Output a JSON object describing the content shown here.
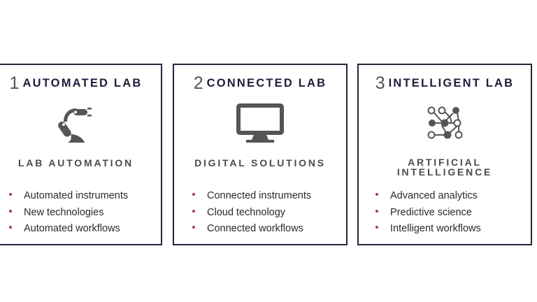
{
  "cards": [
    {
      "number": "1",
      "title": "AUTOMATED LAB",
      "icon": "robot-arm-icon",
      "subtitle": "LAB AUTOMATION",
      "bullets": [
        "Automated instruments",
        "New technologies",
        "Automated workflows"
      ]
    },
    {
      "number": "2",
      "title": "CONNECTED LAB",
      "icon": "monitor-icon",
      "subtitle": "DIGITAL SOLUTIONS",
      "bullets": [
        "Connected instruments",
        "Cloud technology",
        "Connected workflows"
      ]
    },
    {
      "number": "3",
      "title": "INTELLIGENT LAB",
      "icon": "neural-network-icon",
      "subtitle_line1": "ARTIFICIAL",
      "subtitle_line2": "INTELLIGENCE",
      "bullets": [
        "Advanced analytics",
        "Predictive science",
        "Intelligent workflows"
      ]
    }
  ],
  "colors": {
    "border": "#25253a",
    "title": "#1e1e3c",
    "number": "#555555",
    "icon": "#555555",
    "bullet": "#b03a3a",
    "text": "#2a2a2a"
  }
}
